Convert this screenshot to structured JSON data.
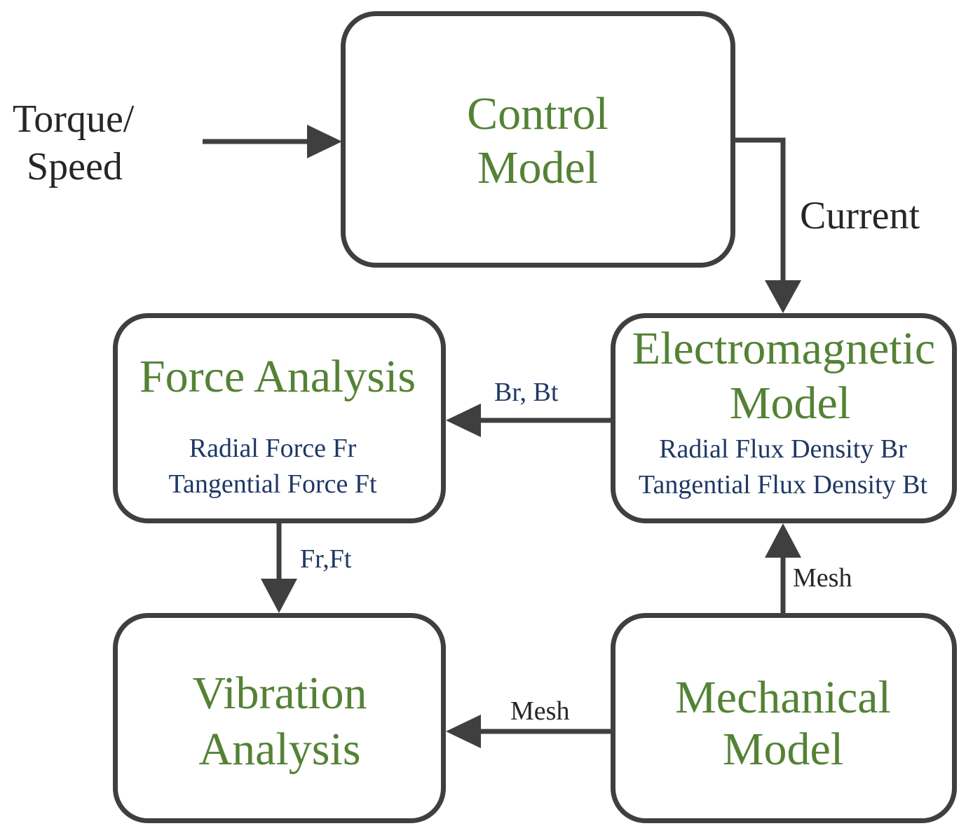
{
  "inputs": {
    "line1": "Torque/",
    "line2": "Speed"
  },
  "boxes": {
    "control": {
      "line1": "Control",
      "line2": "Model"
    },
    "electromagnetic": {
      "line1": "Electromagnetic",
      "line2": "Model",
      "detail1": "Radial Flux Density Br",
      "detail2": "Tangential Flux Density Bt"
    },
    "force": {
      "title": "Force Analysis",
      "detail1": "Radial Force Fr",
      "detail2": "Tangential Force Ft"
    },
    "vibration": {
      "line1": "Vibration",
      "line2": "Analysis"
    },
    "mechanical": {
      "line1": "Mechanical",
      "line2": "Model"
    }
  },
  "edges": {
    "current": "Current",
    "br_bt": "Br, Bt",
    "fr_ft": "Fr,Ft",
    "mesh_up": "Mesh",
    "mesh_left": "Mesh"
  },
  "colors": {
    "stroke": "#3f3f3f",
    "title_green": "#548235",
    "detail_navy": "#1f3864",
    "label_dark": "#262626"
  }
}
